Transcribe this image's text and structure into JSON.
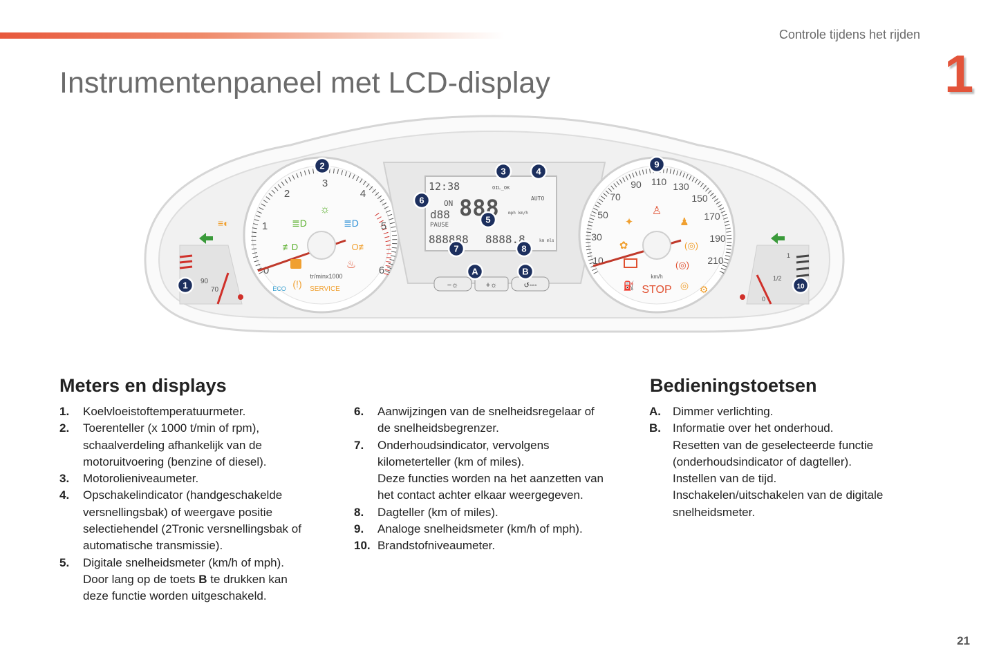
{
  "header": {
    "section": "Controle tijdens het rijden",
    "chapter": "1",
    "title": "Instrumentenpaneel met LCD-display"
  },
  "colors": {
    "accent": "#e3543a",
    "callout": "#1c2f5e"
  },
  "dashboard": {
    "callouts": [
      "1",
      "2",
      "3",
      "4",
      "5",
      "6",
      "7",
      "8",
      "9",
      "10",
      "A",
      "B"
    ],
    "tacho_ticks": [
      "0",
      "1",
      "2",
      "3",
      "4",
      "5",
      "6"
    ],
    "tacho_unit": "tr/minx1000",
    "service": "SERVICE",
    "eco": "ECO",
    "speedo_ticks": [
      "10",
      "30",
      "50",
      "70",
      "90",
      "110",
      "130",
      "150",
      "170",
      "190",
      "210"
    ],
    "speedo_unit": "km/h",
    "stop": "STOP",
    "temp_ticks": [
      "90",
      "70"
    ],
    "fuel_ticks": [
      "1",
      "1/2",
      "0"
    ],
    "lcd": {
      "clock": "12:38",
      "oil": "OIL_OK",
      "on": "ON",
      "speed": "888",
      "small": "d88",
      "pause": "PAUSE",
      "unit": "mph km/h",
      "gear": "AUTO",
      "odometer": "888888",
      "trip": "8888.8",
      "trip_unit": "km mls"
    },
    "buttons": [
      "−☼",
      "+☼",
      "↺◦◦◦"
    ]
  },
  "left": {
    "heading": "Meters en displays",
    "col1": [
      {
        "n": "1.",
        "lines": [
          "Koelvloeistoftemperatuurmeter."
        ]
      },
      {
        "n": "2.",
        "lines": [
          "Toerenteller (x 1000 t/min of rpm),",
          "schaalverdeling afhankelijk van de",
          "motoruitvoering (benzine of diesel)."
        ]
      },
      {
        "n": "3.",
        "lines": [
          "Motorolieniveaumeter."
        ]
      },
      {
        "n": "4.",
        "lines": [
          "Opschakelindicator (handgeschakelde",
          "versnellingsbak) of weergave positie",
          "selectiehendel (2Tronic versnellingsbak of",
          "automatische transmissie)."
        ]
      },
      {
        "n": "5.",
        "lines": [
          "Digitale snelheidsmeter (km/h of mph).",
          "Door lang op de toets B te drukken kan",
          "deze functie worden uitgeschakeld."
        ]
      }
    ],
    "col2": [
      {
        "n": "6.",
        "lines": [
          "Aanwijzingen van de snelheidsregelaar of",
          "de snelheidsbegrenzer."
        ]
      },
      {
        "n": "7.",
        "lines": [
          "Onderhoudsindicator, vervolgens",
          "kilometerteller (km of miles).",
          "Deze functies worden na het aanzetten van",
          "het contact achter elkaar weergegeven."
        ]
      },
      {
        "n": "8.",
        "lines": [
          "Dagteller (km of miles)."
        ]
      },
      {
        "n": "9.",
        "lines": [
          "Analoge snelheidsmeter (km/h of mph)."
        ]
      },
      {
        "n": "10.",
        "lines": [
          "Brandstofniveaumeter."
        ]
      }
    ]
  },
  "right": {
    "heading": "Bedieningstoetsen",
    "items": [
      {
        "n": "A.",
        "lines": [
          "Dimmer verlichting."
        ]
      },
      {
        "n": "B.",
        "lines": [
          "Informatie over het onderhoud.",
          "Resetten van de geselecteerde functie",
          "(onderhoudsindicator of dagteller).",
          "Instellen van de tijd.",
          "Inschakelen/uitschakelen van de digitale",
          "snelheidsmeter."
        ]
      }
    ]
  },
  "footer": {
    "page": "21"
  }
}
